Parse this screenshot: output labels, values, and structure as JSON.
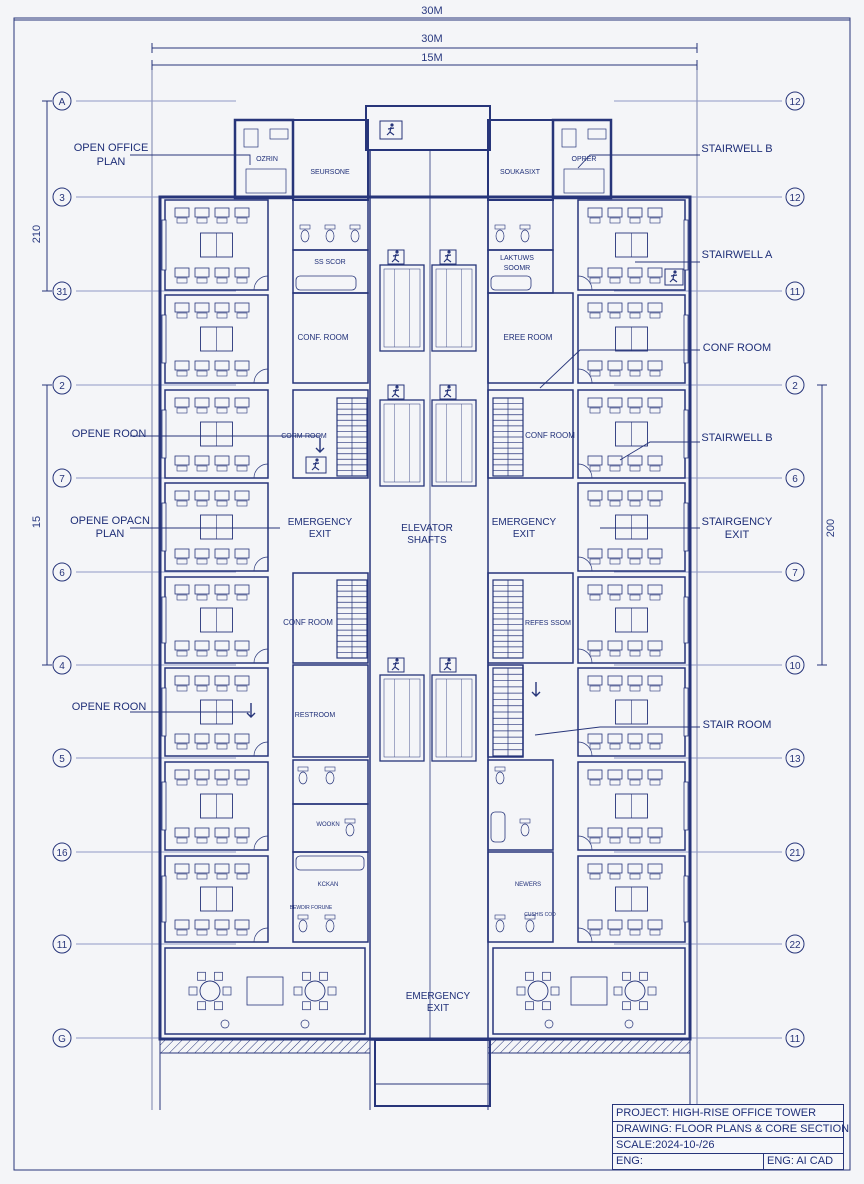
{
  "dimensions": {
    "top_outer": "30M",
    "top_mid": "30M",
    "top_inner": "15M",
    "left_upper": "210",
    "left_lower": "15",
    "right": "200"
  },
  "grid": {
    "left": [
      "A",
      "3",
      "31",
      "2",
      "7",
      "6",
      "4",
      "5",
      "16",
      "11",
      "G"
    ],
    "right": [
      "12",
      "12",
      "11",
      "2",
      "6",
      "7",
      "10",
      "13",
      "21",
      "22",
      "11"
    ]
  },
  "callouts": {
    "left": [
      {
        "line1": "OPEN OFFICE",
        "line2": "PLAN"
      },
      {
        "line1": "OPENE ROON",
        "line2": ""
      },
      {
        "line1": "OPENE OPACN",
        "line2": "PLAN"
      },
      {
        "line1": "OPENE ROON",
        "line2": ""
      }
    ],
    "right": [
      {
        "line1": "STAIRWELL B",
        "line2": ""
      },
      {
        "line1": "STAIRWELL A",
        "line2": ""
      },
      {
        "line1": "CONF ROOM",
        "line2": ""
      },
      {
        "line1": "STAIRWELL B",
        "line2": ""
      },
      {
        "line1": "STAIRGENCY",
        "line2": "EXIT"
      },
      {
        "line1": "STAIR ROOM",
        "line2": ""
      }
    ]
  },
  "rooms": {
    "l_core_top": "SEURSONE",
    "r_core_top": "SOUKASIXT",
    "l_small_top": "OZRIN",
    "r_small_top": "OPRER",
    "l_bath_label": "SS SCOR",
    "r_bath_label_1": "LAKTUWS",
    "r_bath_label_2": "SOOMR",
    "l_conf_1": "CONF. ROOM",
    "r_conf_1": "EREE ROOM",
    "l_conf_2": "CORM-ROOM",
    "r_conf_2": "CONF ROOM",
    "l_emergency": "EMERGENCY",
    "l_emergency_2": "EXIT",
    "elevator_1": "ELEVATOR",
    "elevator_2": "SHAFTS",
    "r_emergency": "EMERGENCY",
    "r_emergency_2": "EXIT",
    "l_conf_3": "CONF ROOM",
    "r_refs": "REFES SSOM",
    "l_restroom": "RESTROOM",
    "l_wc_1": "WOOKN",
    "l_wc_2": "KCKAN",
    "l_store": "BEWDIR FORUNE",
    "r_wc_1": "NEWERS",
    "r_wc_2": "CUSHIS COD",
    "bottom_emergency": "EMERGENCY",
    "bottom_emergency_2": "EXIT"
  },
  "title_block": {
    "project": "PROJECT: HIGH-RISE OFFICE TOWER",
    "drawing": "DRAWING: FLOOR PLANS & CORE SECTION",
    "scale": "SCALE:2024-10-/26",
    "eng_left": "ENG:",
    "eng_right": "ENG: AI CAD"
  },
  "colors": {
    "ink": "#27357a",
    "paper": "#f4f5f8",
    "light_line": "#8f99c6"
  }
}
